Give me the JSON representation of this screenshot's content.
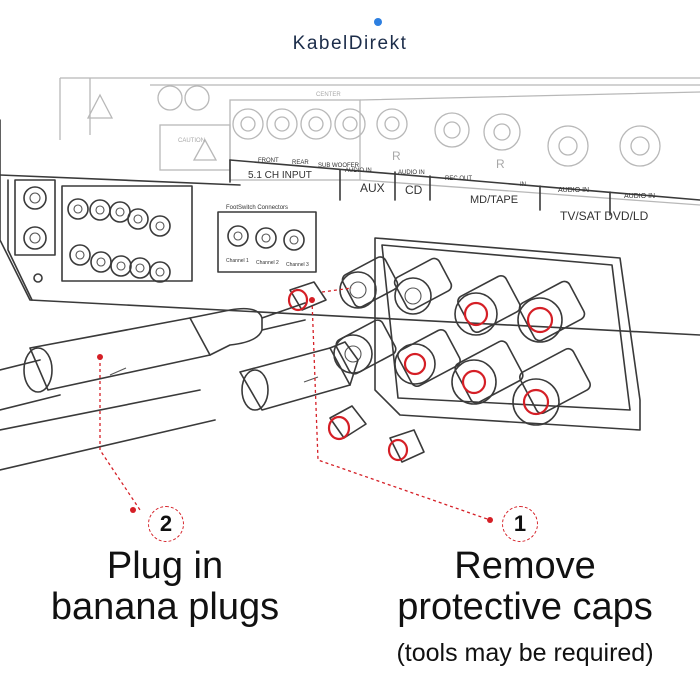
{
  "brand": {
    "name": "KabelDirekt",
    "dot_color": "#2d7fe0"
  },
  "accent_color": "#d51f26",
  "receiver_panel": {
    "caution_label": "CAUTION",
    "footswitch_title": "FootSwitch Connectors",
    "footswitch_channels": [
      "Channel 1",
      "Channel 2",
      "Channel 3"
    ],
    "input_51_labels": [
      "FRONT",
      "REAR",
      "SUB WOOFER"
    ],
    "input_51_title": "5.1 CH INPUT",
    "aux_sub": "AUDIO IN",
    "aux_title": "AUX",
    "cd_sub": "AUDIO IN",
    "cd_title": "CD",
    "mdtape_sub_left": "REC OUT",
    "mdtape_sub_right": "IN",
    "mdtape_title": "MD/TAPE",
    "tvsat_sub": "AUDIO IN",
    "dvdld_sub": "AUDIO IN",
    "tvsat_dvd_title": "TV/SAT DVD/LD",
    "center_label": "CENTER",
    "r_marker": "R"
  },
  "steps": [
    {
      "number": "2",
      "title_line1": "Plug in",
      "title_line2": "banana plugs"
    },
    {
      "number": "1",
      "title_line1": "Remove",
      "title_line2": "protective caps",
      "note": "(tools may be required)"
    }
  ]
}
